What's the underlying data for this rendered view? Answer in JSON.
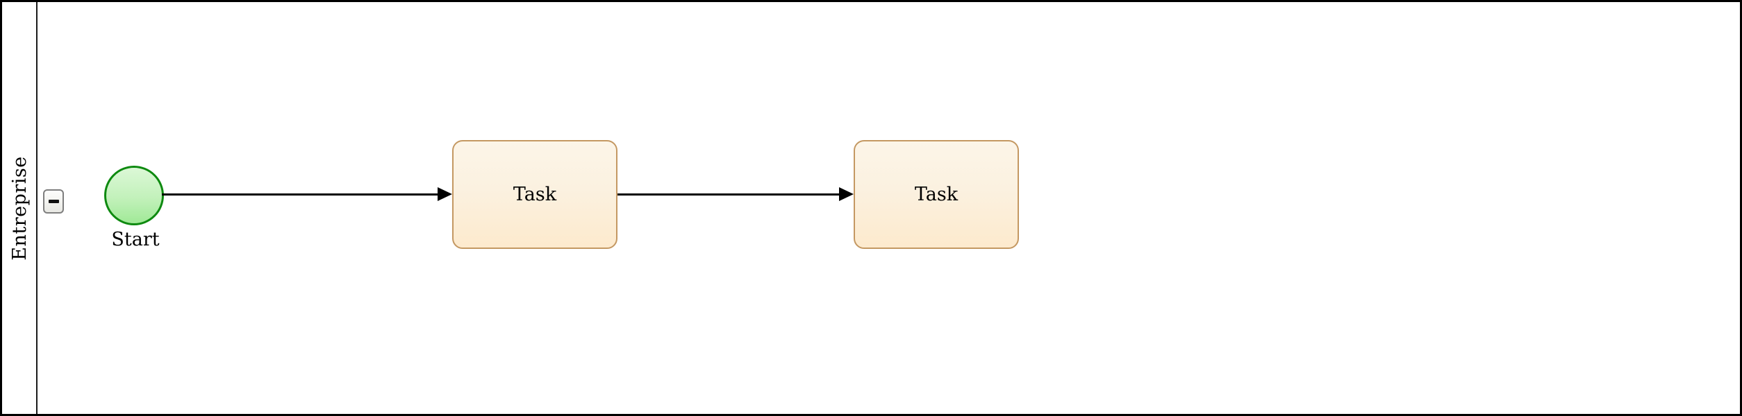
{
  "pool": {
    "name": "Entreprise",
    "collapse_button": {
      "icon": "minus-icon",
      "state": "expanded"
    }
  },
  "flow": {
    "nodes": [
      {
        "id": "start",
        "type": "start-event",
        "shape": "circle",
        "label": "Start"
      },
      {
        "id": "task1",
        "type": "task",
        "shape": "rounded-rectangle",
        "label": "Task"
      },
      {
        "id": "task2",
        "type": "task",
        "shape": "rounded-rectangle",
        "label": "Task"
      }
    ],
    "edges": [
      {
        "from": "start",
        "to": "task1",
        "type": "sequence-flow",
        "arrow": "filled-triangle"
      },
      {
        "from": "task1",
        "to": "task2",
        "type": "sequence-flow",
        "arrow": "filled-triangle"
      }
    ]
  },
  "colors": {
    "pool_border": "#000000",
    "lane_divider": "#1a1a1a",
    "start_event_border": "#0e8a10",
    "start_event_fill_top": "#dcf8d7",
    "start_event_fill_bottom": "#a0e997",
    "task_border": "#c49862",
    "task_fill_top": "#fcf5e8",
    "task_fill_bottom": "#fdeacd",
    "collapse_button_border": "#7e7e7e",
    "arrow": "#000000",
    "background": "#ffffff"
  }
}
